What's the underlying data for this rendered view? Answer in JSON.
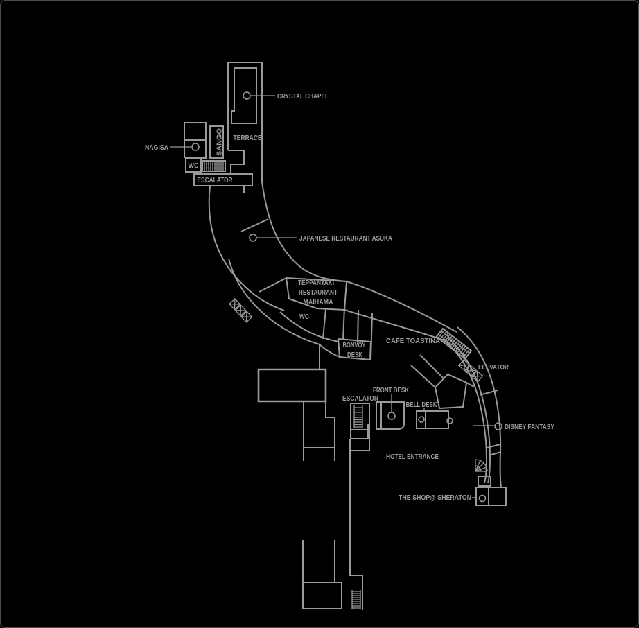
{
  "plan": {
    "labels": {
      "crystal_chapel": "CRYSTAL CHAPEL",
      "nagisa": "NAGISA",
      "sango": "SANGO",
      "terrace": "TERRACE",
      "wc_upper": "WC",
      "escalator_upper": "ESCALATOR",
      "japanese_restaurant": "JAPANESE RESTAURANT ASUKA",
      "teppanyaki_line1": "TEPPANYAKI",
      "teppanyaki_line2": "RESTAURANT",
      "teppanyaki_line3": "MAIHAMA",
      "wc_mid": "WC",
      "bonvoy_line1": "BONVOY",
      "bonvoy_line2": "DESK",
      "cafe_toastina": "CAFE TOASTINA",
      "elevator": "ELEVATOR",
      "front_desk": "FRONT DESK",
      "escalator_lower": "ESCALATOR",
      "bell_desk": "BELL DESK",
      "hotel_entrance": "HOTEL ENTRANCE",
      "disney_fantasy": "DISNEY FANTASY",
      "shop_sheraton": "THE SHOP@ SHERATON"
    },
    "colors": {
      "background": "#000000",
      "line": "#9a9a9a",
      "text": "#9c9c9c",
      "border": "#4d4d4d"
    }
  }
}
